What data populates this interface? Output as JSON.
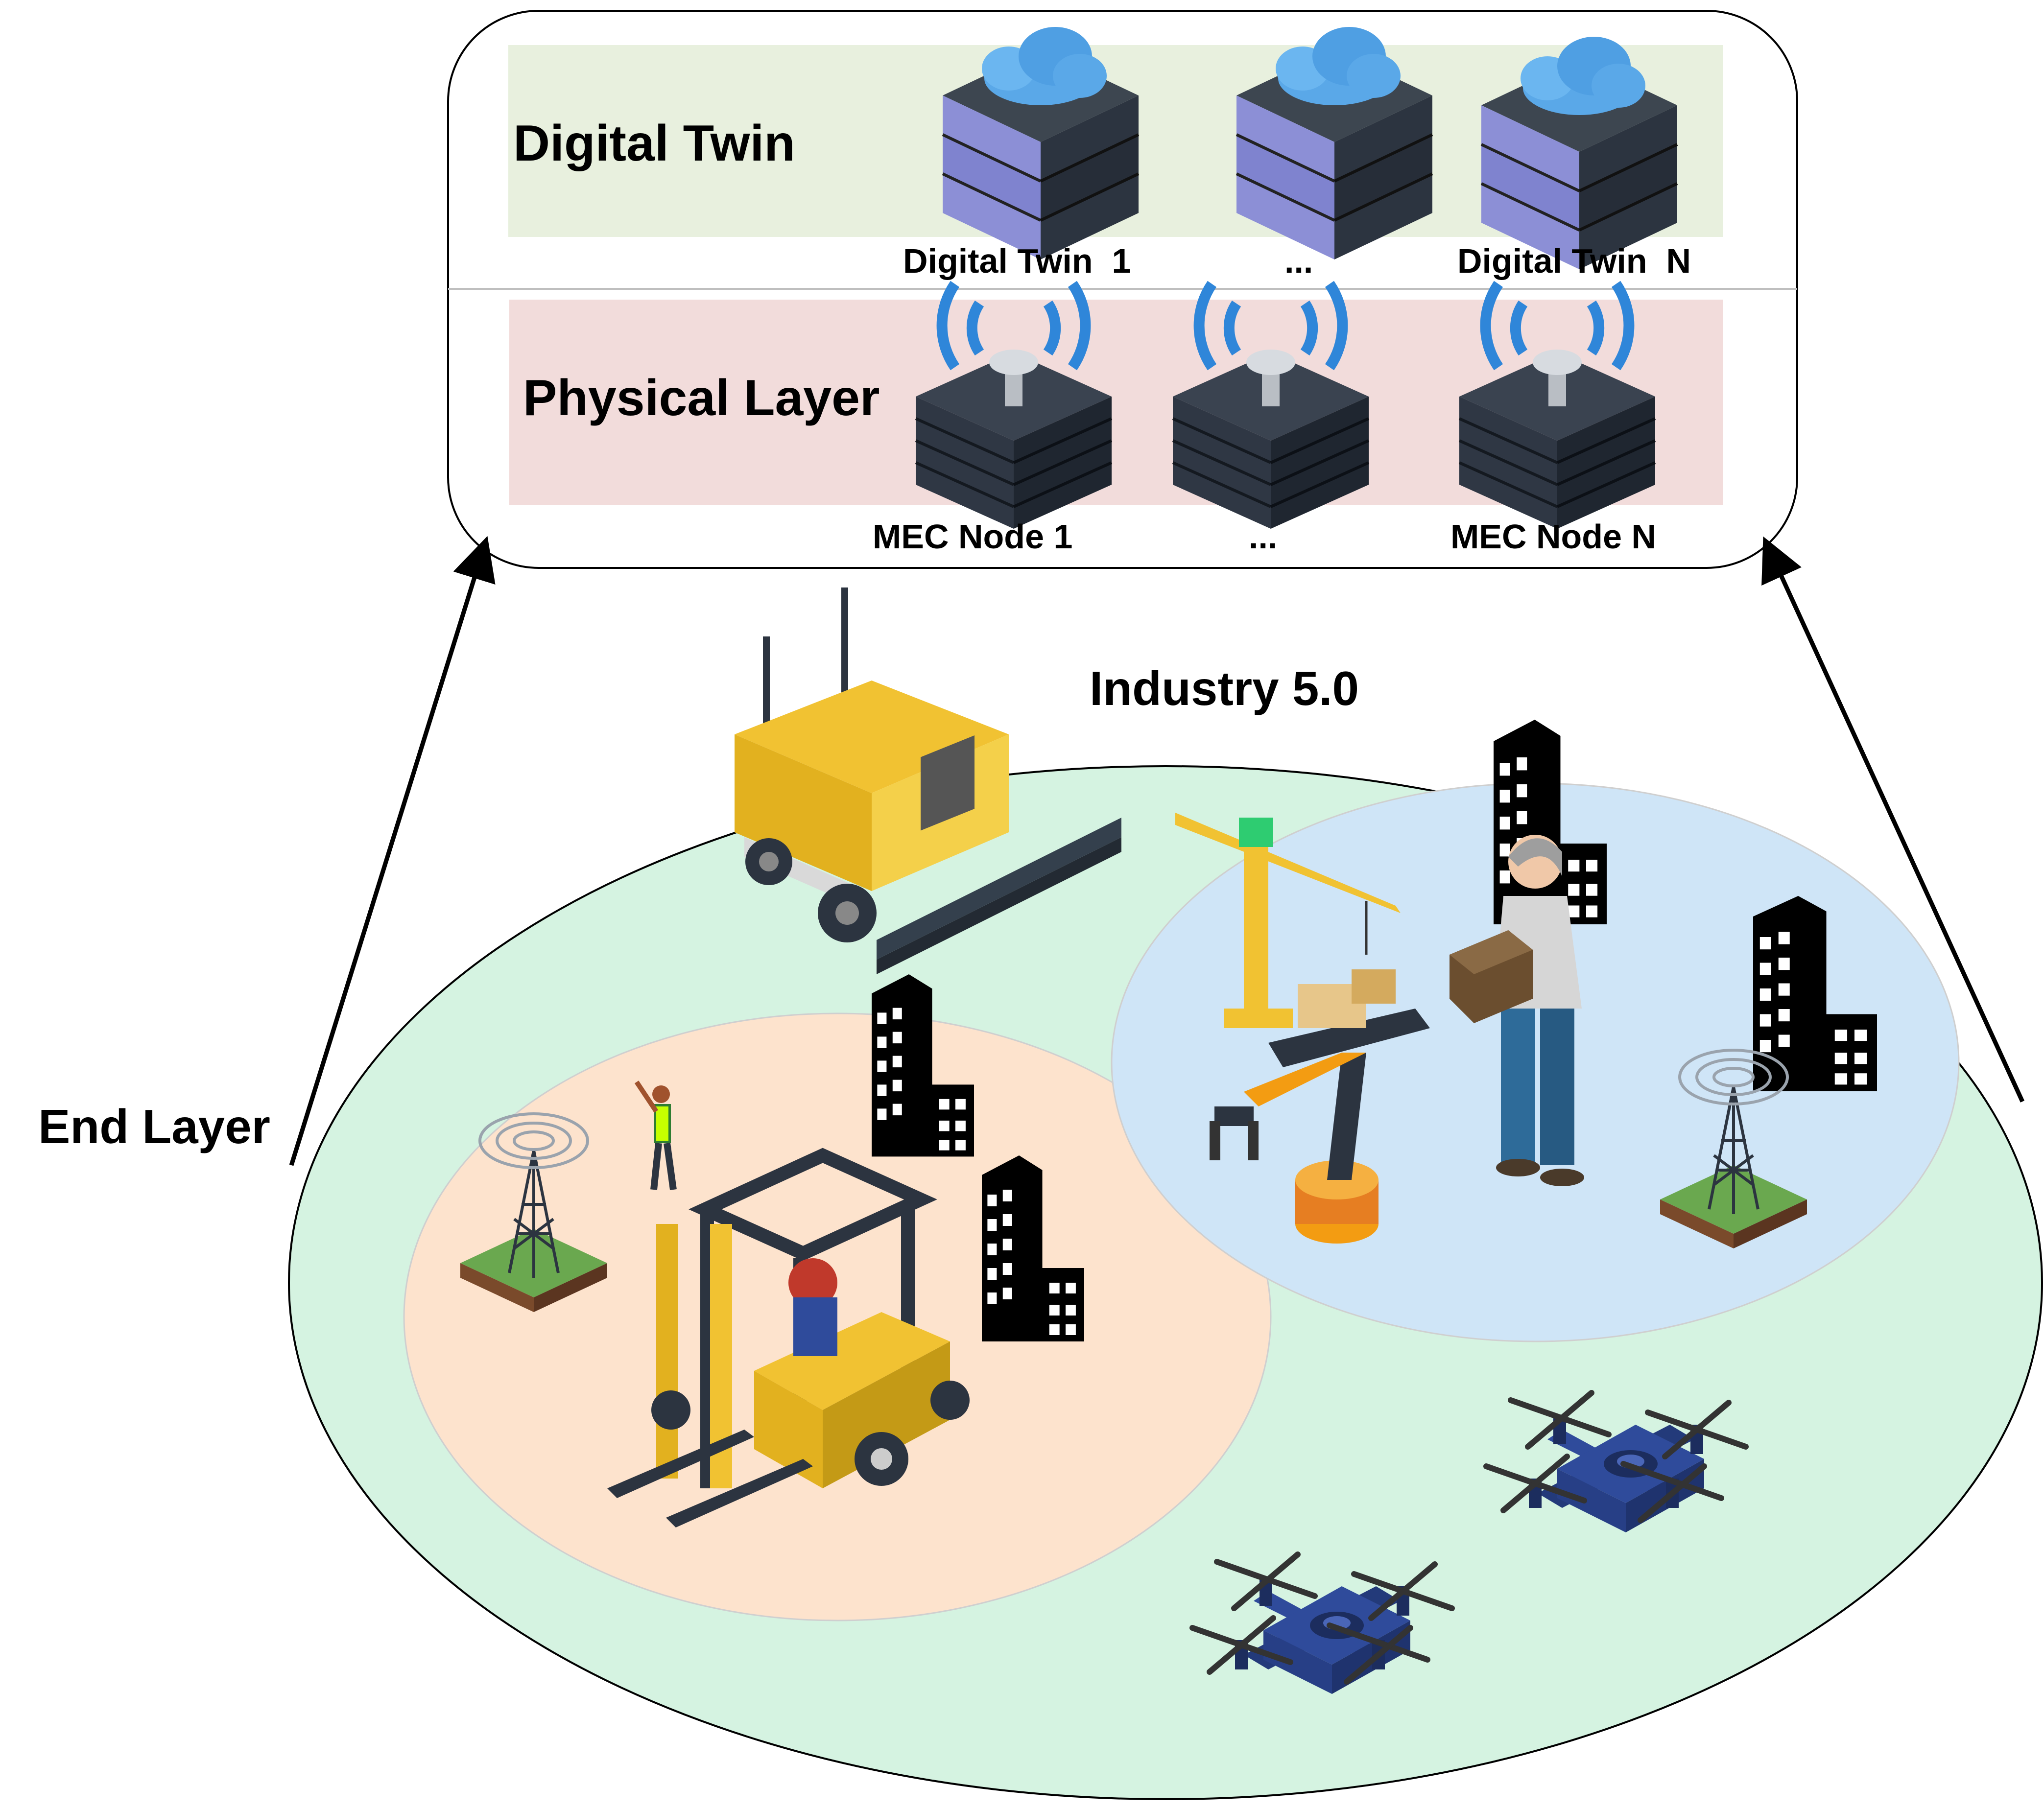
{
  "top_panel": {
    "digital_twin_label": "Digital Twin",
    "physical_layer_label": "Physical Layer",
    "twins": [
      "Digital Twin  1",
      "...",
      "Digital Twin  N"
    ],
    "mec_nodes": [
      "MEC Node 1",
      "...",
      "MEC Node N"
    ]
  },
  "bottom": {
    "industry_label": "Industry 5.0",
    "end_layer_label": "End Layer"
  },
  "colors": {
    "twin_band": "#e8f0de",
    "physical_band": "#f2dcdb",
    "outer_ellipse": "#d5f3e1",
    "orange_zone": "#fde3cd",
    "blue_zone": "#cfe5f7",
    "server_purple": "#8c8fd6",
    "server_dark": "#2c3440",
    "cloud": "#5aa8e8",
    "drone": "#2f4b9b",
    "yellow": "#f1c232"
  },
  "icons": {
    "twins": "cloud-server-icon",
    "mec": "mec-server-antenna-icon",
    "agv": "agv-robot-icon",
    "forklift": "forklift-icon",
    "crane": "crane-icon",
    "robot_arm": "robot-arm-icon",
    "worker": "worker-icon",
    "tower": "radio-tower-icon",
    "building": "building-icon",
    "drone": "drone-icon"
  }
}
